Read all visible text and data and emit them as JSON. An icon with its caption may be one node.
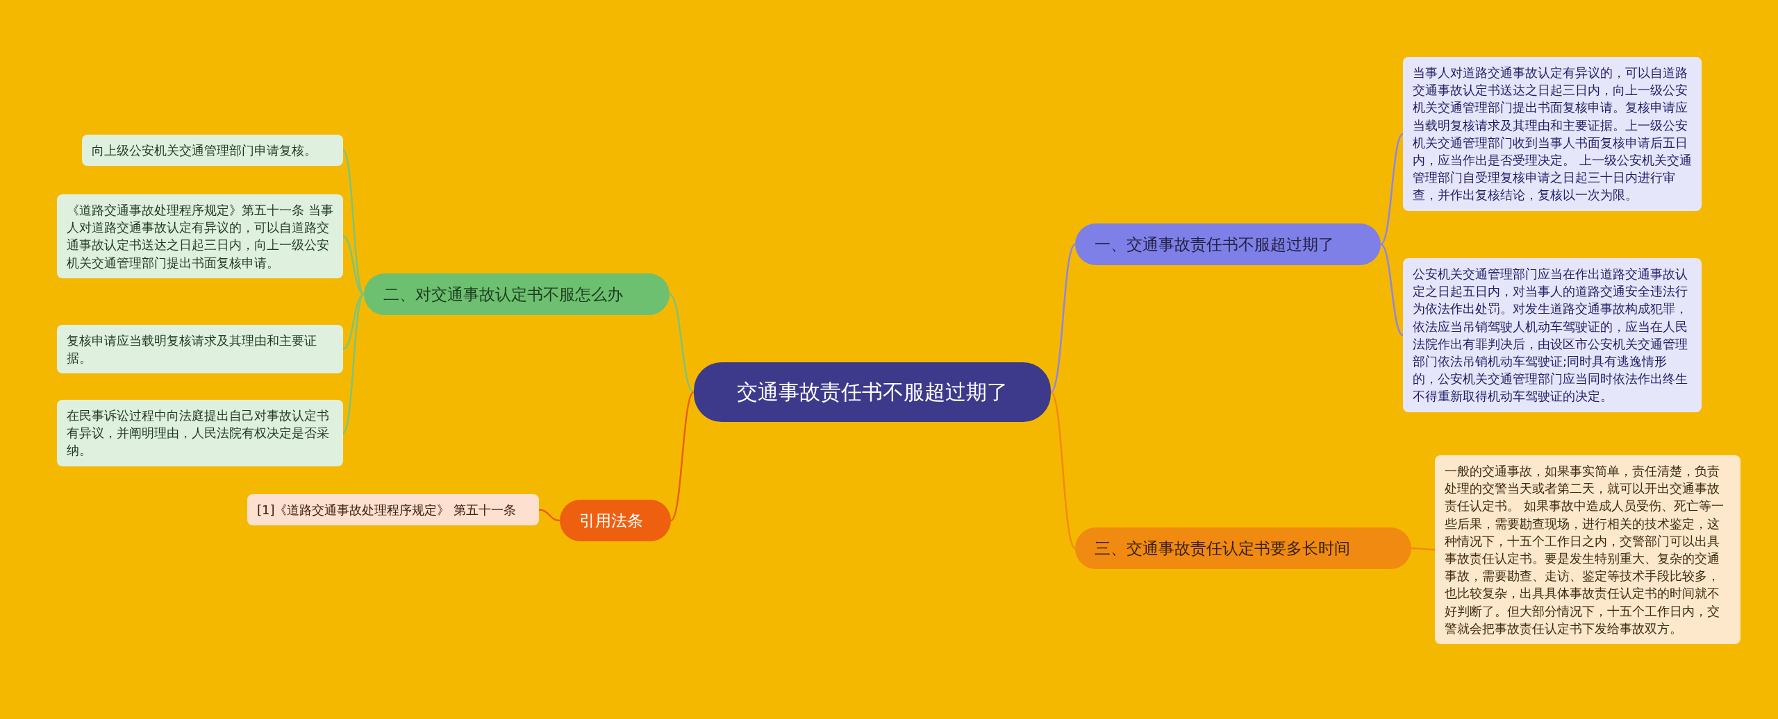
{
  "diagram": {
    "nodes": [
      {
        "text": [
          "交通事故责任书不服超过期了"
        ]
      },
      {
        "text": [
          "一、交通事故责任书不服超过期了"
        ]
      },
      {
        "text": [
          "当事人对道路交通事故认定有异议的，可以自道路交通事故认定书送达之日起三日内，向上一级公安机关交通管理部门提出书面复核申请。复核申请应当载明复核请求及其理由和主要证据。上一级公安机关交通管理部门收到当事人书面复核申请后五日内，应当作出是否受理决定。 上一级公安机关交通管理部门自受理复核申请之日起三十日内进行审查，并作出复核结论，复核以一次为限。"
        ]
      },
      {
        "text": [
          "公安机关交通管理部门应当在作出道路交通事故认定之日起五日内，对当事人的道路交通安全违法行为依法作出处罚。对发生道路交通事故构成犯罪，依法应当吊销驾驶人机动车驾驶证的，应当在人民法院作出有罪判决后，由设区市公安机关交通管理部门依法吊销机动车驾驶证;同时具有逃逸情形的，公安机关交通管理部门应当同时依法作出终生不得重新取得机动车驾驶证的决定。"
        ]
      },
      {
        "text": [
          "二、对交通事故认定书不服怎么办"
        ]
      },
      {
        "text": [
          "向上级公安机关交通管理部门申请复核。"
        ]
      },
      {
        "text": [
          "《道路交通事故处理程序规定》第五十一条 当事人对道路交通事故认定有异议的，可以自道路交通事故认定书送达之日起三日内，向上一级公安机关交通管理部门提出书面复核申请。"
        ]
      },
      {
        "text": [
          "复核申请应当载明复核请求及其理由和主要证据。"
        ]
      },
      {
        "text": [
          "在民事诉讼过程中向法庭提出自己对事故认定书有异议，并阐明理由，人民法院有权决定是否采纳。"
        ]
      },
      {
        "text": [
          "三、交通事故责任认定书要多长时间"
        ]
      },
      {
        "text": [
          "一般的交通事故，如果事实简单，责任清楚，负责处理的交警当天或者第二天，就可以开出交通事故责任认定书。 如果事故中造成人员受伤、死亡等一些后果，需要勘查现场，进行相关的技术鉴定，这种情况下，十五个工作日之内，交警部门可以出具事故责任认定书。要是发生特别重大、复杂的交通事故，需要勘查、走访、鉴定等技术手段比较多，也比较复杂，出具具体事故责任认定书的时间就不好判断了。但大部分情况下，十五个工作日内，交警就会把事故责任认定书下发给事故双方。"
        ]
      },
      {
        "text": [
          "引用法条"
        ]
      },
      {
        "text": [
          "[1]《道路交通事故处理程序规定》 第五十一条"
        ]
      }
    ],
    "edges": [
      {
        "from": 0,
        "to": 1,
        "arrow": "none",
        "color": "#8c86e6"
      },
      {
        "from": 1,
        "to": 2,
        "arrow": "none",
        "color": "#8c86e6"
      },
      {
        "from": 1,
        "to": 3,
        "arrow": "none",
        "color": "#8c86e6"
      },
      {
        "from": 0,
        "to": 4,
        "arrow": "none"
      },
      {
        "from": 4,
        "to": 5,
        "arrow": "none"
      },
      {
        "from": 4,
        "to": 6,
        "arrow": "none"
      },
      {
        "from": 4,
        "to": 7,
        "arrow": "none"
      },
      {
        "from": 4,
        "to": 8,
        "arrow": "none"
      },
      {
        "from": 0,
        "to": 9,
        "arrow": "none",
        "color": "#f08a10"
      },
      {
        "from": 9,
        "to": 10,
        "arrow": "none",
        "color": "#f08a10"
      },
      {
        "from": 0,
        "to": 11,
        "arrow": "none",
        "color": "#e8600c"
      },
      {
        "from": 11,
        "to": 12,
        "arrow": "none",
        "color": "#e8600c"
      }
    ]
  }
}
